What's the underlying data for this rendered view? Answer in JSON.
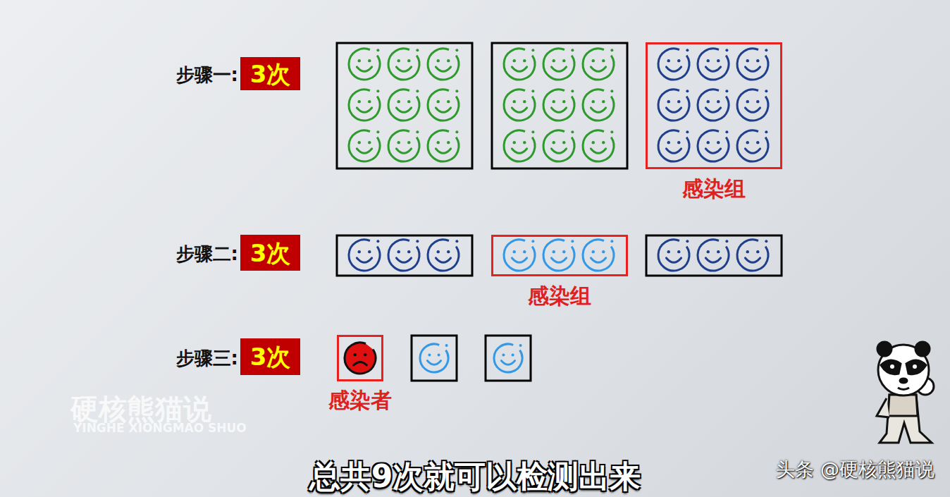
{
  "diagram": {
    "caption": "总共9次就可以检测出来",
    "nodes": [
      {
        "text": [
          "3次"
        ]
      },
      {
        "text": [
          "感染组"
        ]
      },
      {
        "text": [
          "3次"
        ]
      },
      {
        "text": [
          "感染组"
        ]
      },
      {
        "text": [
          "3次"
        ]
      },
      {
        "text": [
          "感染者"
        ]
      }
    ],
    "labels": [
      "步骤一:",
      "步骤二:",
      "步骤三:",
      "硬核熊猫说",
      "YINGHE XIONGMAO SHUO",
      "头条 @硬核熊猫说"
    ]
  }
}
